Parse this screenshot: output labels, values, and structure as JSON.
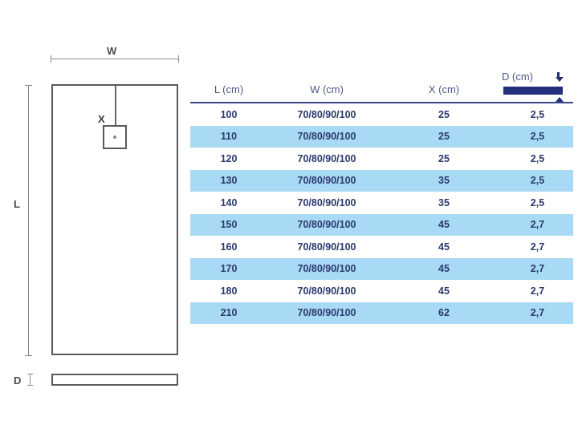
{
  "drawing": {
    "width_label": "W",
    "length_label": "L",
    "drain_label": "X",
    "depth_label": "D",
    "line_color": "#8a8a8a",
    "outline_color": "#5a5a5a"
  },
  "table": {
    "columns": [
      "L (cm)",
      "W (cm)",
      "X (cm)",
      "D (cm)"
    ],
    "depth_indicator": {
      "label": "D (cm)",
      "bar_color": "#23307d",
      "arrow_down": "arrow-down-icon",
      "arrow_up": "arrow-up-icon"
    },
    "header_rule_color": "#3b4a87",
    "row_stripe_color": "#a8d9f5",
    "text_color": "#2b3a6b",
    "header_text_color": "#4c5a86",
    "rows": [
      {
        "l": "100",
        "w": "70/80/90/100",
        "x": "25",
        "d": "2,5"
      },
      {
        "l": "110",
        "w": "70/80/90/100",
        "x": "25",
        "d": "2,5"
      },
      {
        "l": "120",
        "w": "70/80/90/100",
        "x": "25",
        "d": "2,5"
      },
      {
        "l": "130",
        "w": "70/80/90/100",
        "x": "35",
        "d": "2,5"
      },
      {
        "l": "140",
        "w": "70/80/90/100",
        "x": "35",
        "d": "2,5"
      },
      {
        "l": "150",
        "w": "70/80/90/100",
        "x": "45",
        "d": "2,7"
      },
      {
        "l": "160",
        "w": "70/80/90/100",
        "x": "45",
        "d": "2,7"
      },
      {
        "l": "170",
        "w": "70/80/90/100",
        "x": "45",
        "d": "2,7"
      },
      {
        "l": "180",
        "w": "70/80/90/100",
        "x": "45",
        "d": "2,7"
      },
      {
        "l": "210",
        "w": "70/80/90/100",
        "x": "62",
        "d": "2,7"
      }
    ]
  }
}
